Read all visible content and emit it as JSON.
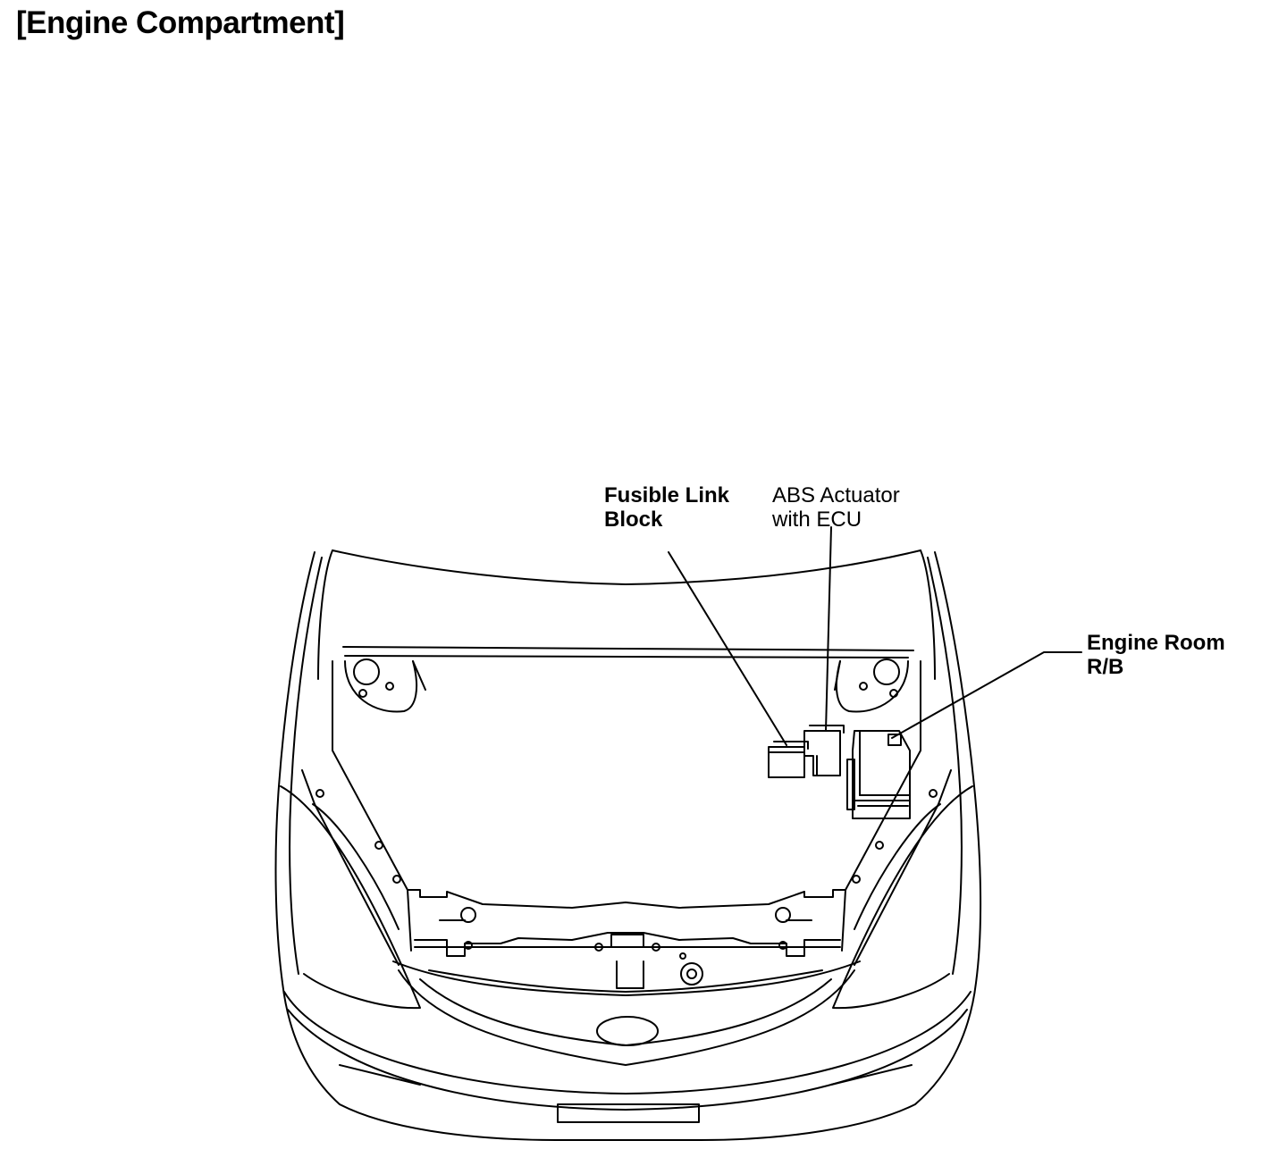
{
  "title": "[Engine Compartment]",
  "callouts": {
    "fusible_link_block": {
      "line1": "Fusible Link",
      "line2": "Block"
    },
    "abs_actuator": {
      "line1": "ABS Actuator",
      "line2": "with ECU"
    },
    "engine_room_rb": {
      "line1": "Engine Room",
      "line2": "R/B"
    }
  }
}
